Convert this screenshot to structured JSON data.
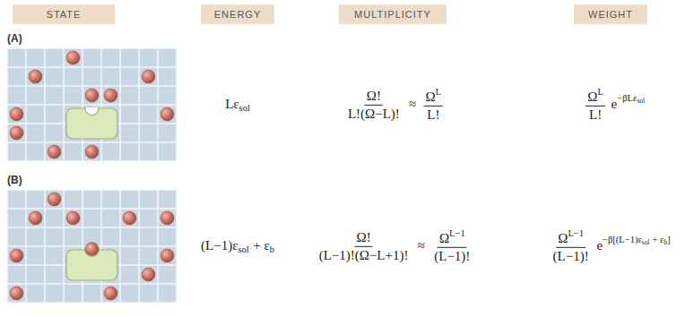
{
  "diagram": {
    "nodes": [
      {
        "text": [
          "STATE"
        ]
      },
      {
        "text": [
          "ENERGY"
        ]
      },
      {
        "text": [
          "MULTIPLICITY"
        ]
      },
      {
        "text": [
          "WEIGHT"
        ]
      }
    ],
    "labels": [
      "(A)",
      "Lε",
      "sol",
      "Ω!",
      "L!(Ω−L)!",
      "≈",
      "Ω",
      "L",
      "L!",
      "Ω",
      "L",
      "L!",
      "e",
      "−βLε",
      "sol",
      "(B)",
      "(L−1)ε",
      "sol",
      "+ ε",
      "b",
      "Ω!",
      "(L−1)!(Ω−L+1)!",
      "≈",
      "Ω",
      "L−1",
      "(L−1)!",
      "Ω",
      "L−1",
      "(L−1)!",
      "e",
      "−β[(L−1)ε",
      "sol",
      "+ ε",
      "b",
      "]"
    ]
  }
}
